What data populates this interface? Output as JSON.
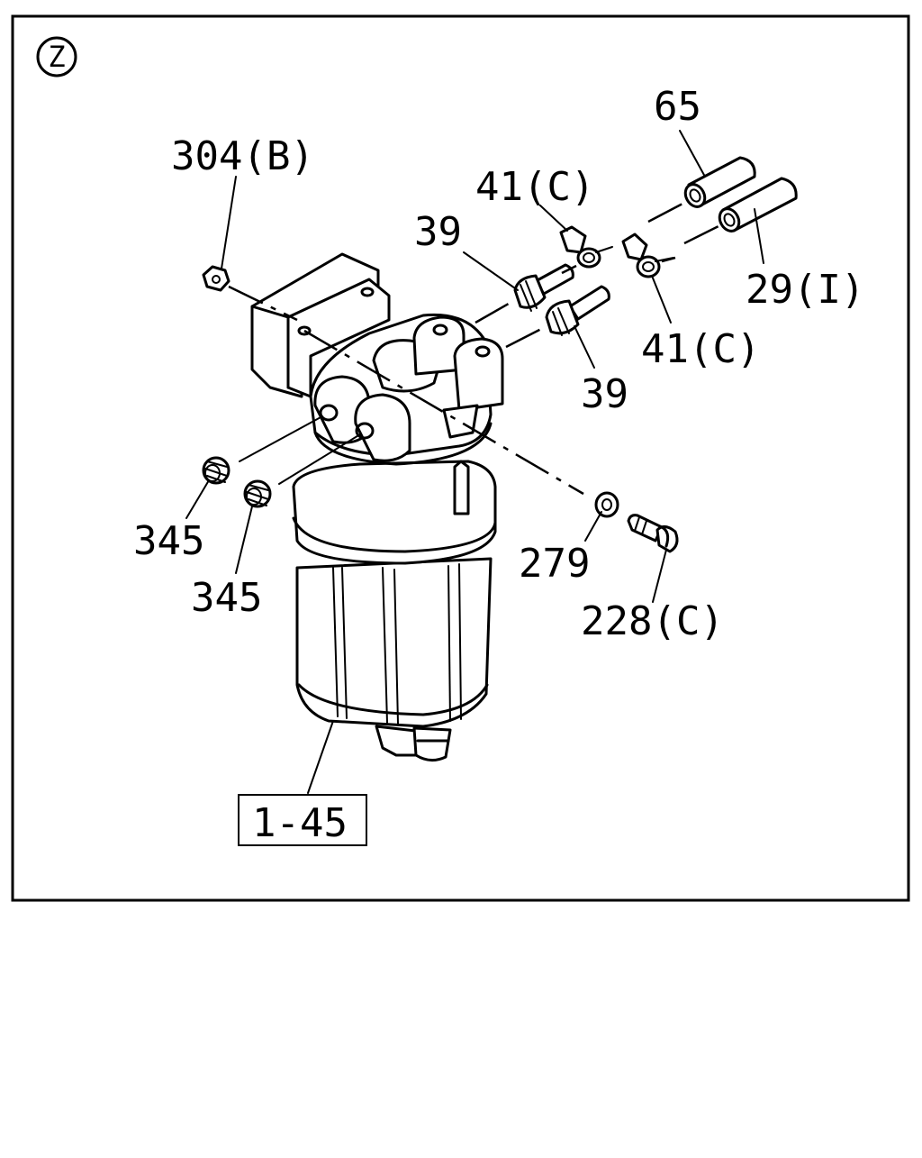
{
  "view_letter": "Z",
  "callouts": [
    {
      "id": "c65",
      "text": "65"
    },
    {
      "id": "c304b",
      "text": "304(B)"
    },
    {
      "id": "c41c_top",
      "text": "41(C)"
    },
    {
      "id": "c39_top",
      "text": "39"
    },
    {
      "id": "c29i",
      "text": "29(I)"
    },
    {
      "id": "c41c_mid",
      "text": "41(C)"
    },
    {
      "id": "c39_mid",
      "text": "39"
    },
    {
      "id": "c345_a",
      "text": "345"
    },
    {
      "id": "c279",
      "text": "279"
    },
    {
      "id": "c345_b",
      "text": "345"
    },
    {
      "id": "c228c",
      "text": "228(C)"
    },
    {
      "id": "c1_45",
      "text": "1-45"
    }
  ]
}
